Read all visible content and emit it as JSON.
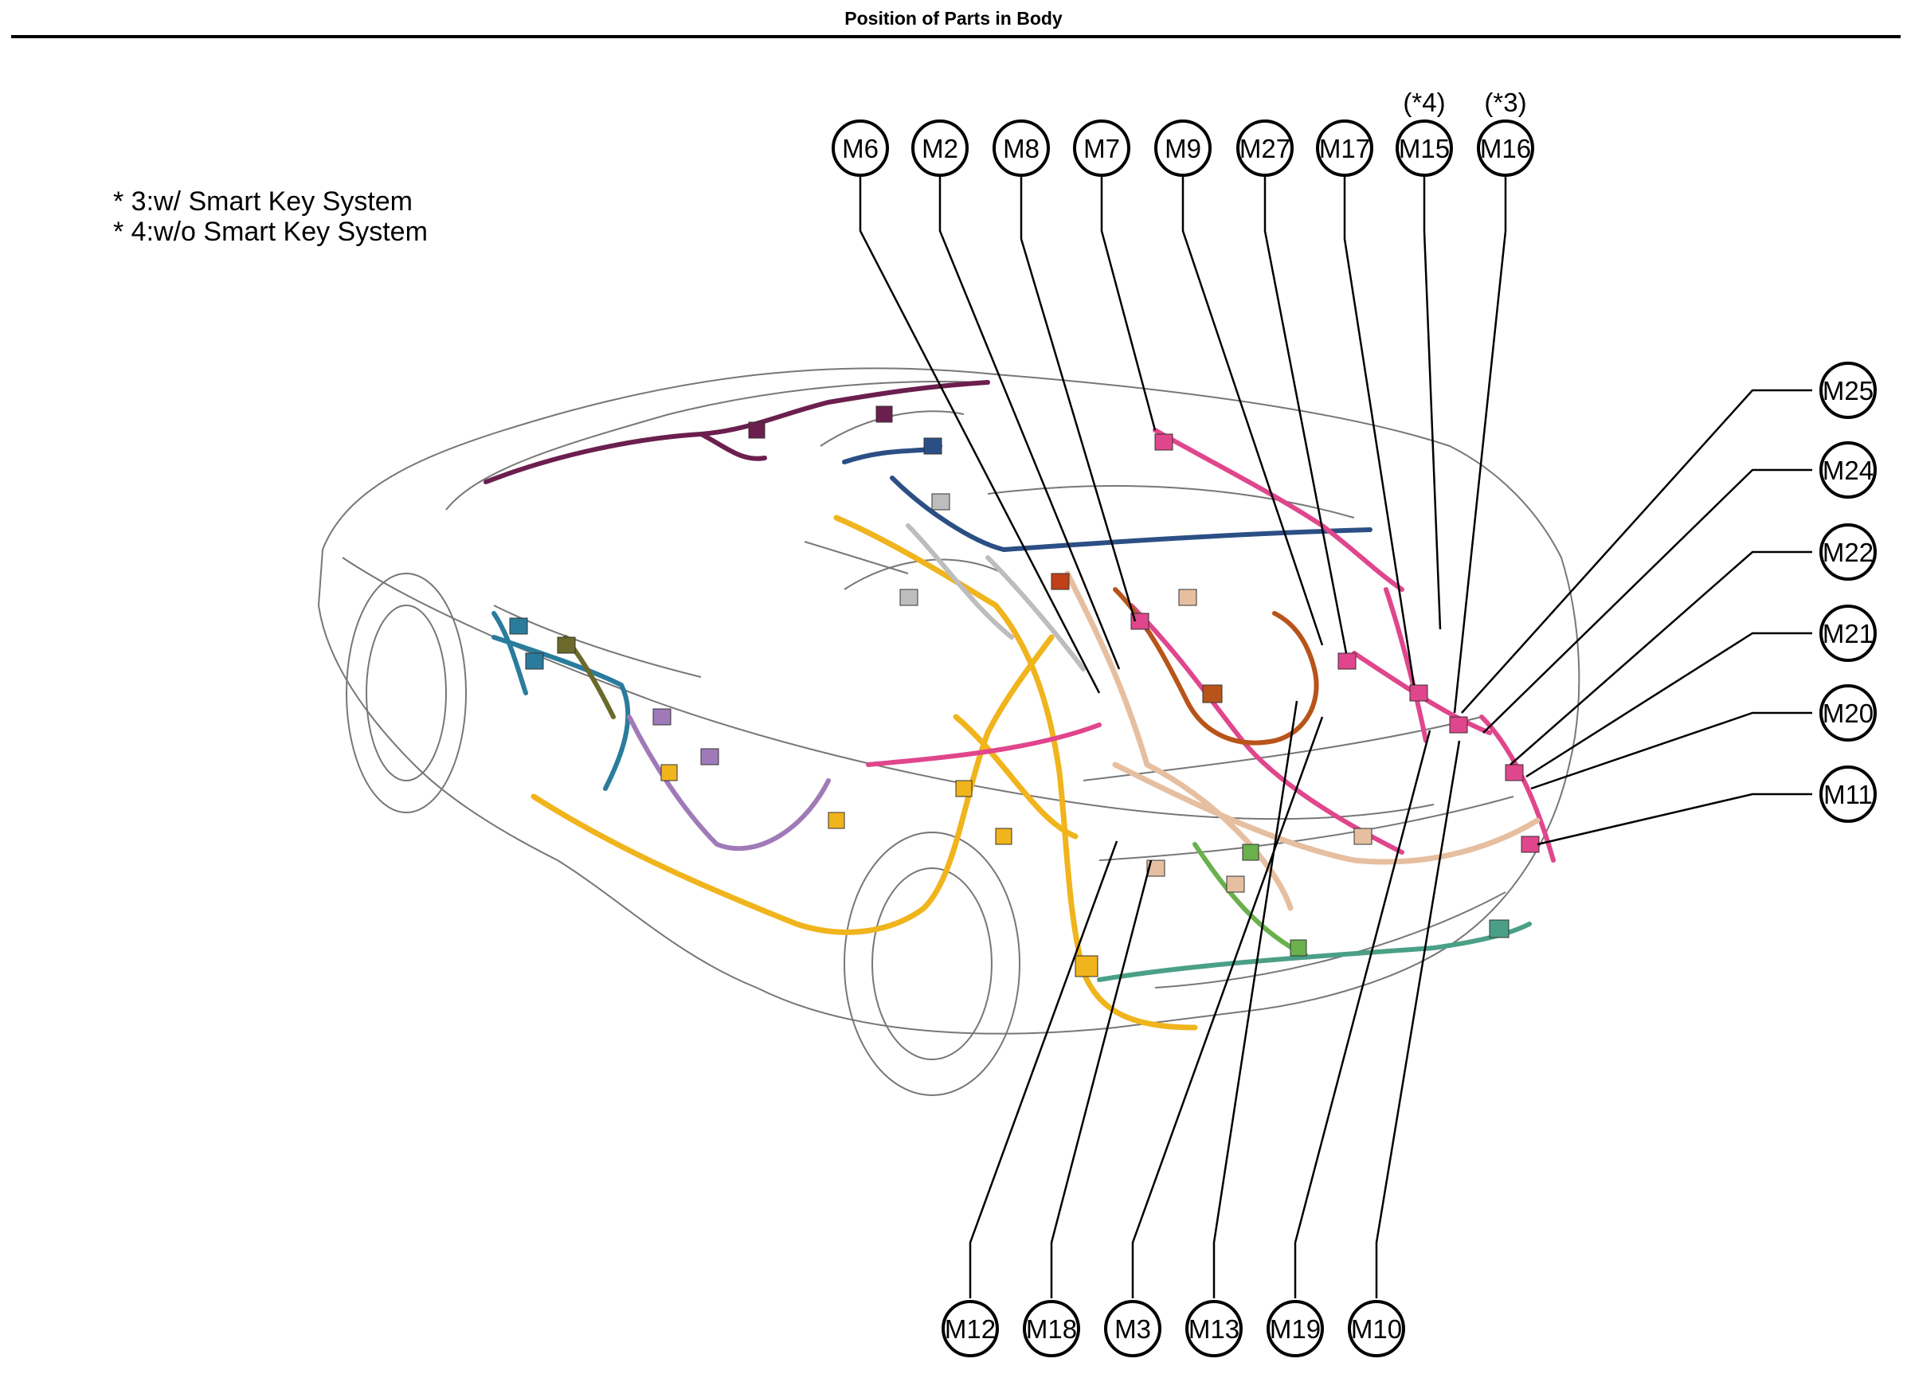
{
  "page": {
    "title": "Position of Parts in Body"
  },
  "legend": [
    "* 3:w/ Smart Key System",
    "* 4:w/o Smart Key System"
  ],
  "connectors_top": [
    {
      "id": "M6"
    },
    {
      "id": "M2"
    },
    {
      "id": "M8"
    },
    {
      "id": "M7"
    },
    {
      "id": "M9"
    },
    {
      "id": "M27"
    },
    {
      "id": "M17"
    },
    {
      "id": "M15",
      "note": "(*4)"
    },
    {
      "id": "M16",
      "note": "(*3)"
    }
  ],
  "connectors_right": [
    {
      "id": "M25"
    },
    {
      "id": "M24"
    },
    {
      "id": "M22"
    },
    {
      "id": "M21"
    },
    {
      "id": "M20"
    },
    {
      "id": "M11"
    }
  ],
  "connectors_bottom": [
    {
      "id": "M12"
    },
    {
      "id": "M18"
    },
    {
      "id": "M3"
    },
    {
      "id": "M13"
    },
    {
      "id": "M19"
    },
    {
      "id": "M10"
    }
  ],
  "harness_colors": {
    "roof_maroon": "#6b1f4e",
    "rear_navy": "#2b4f85",
    "floor_yellow": "#f0b41c",
    "rear_pink": "#e0468c",
    "tan": "#e6bfa0",
    "orange_brown": "#b8541a",
    "front_teal": "#2a7c9c",
    "purple": "#a07ab8",
    "olive": "#6b6a2a",
    "gray": "#bdbdbd",
    "green": "#6ab04c",
    "sea_green": "#4aa086"
  }
}
